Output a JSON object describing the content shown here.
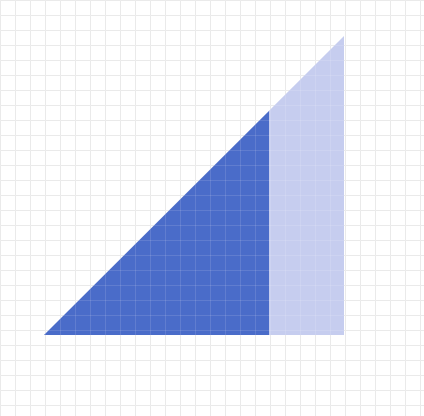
{
  "figure": {
    "title": "",
    "background_color": "#ffffff",
    "grid": {
      "shown": true,
      "color": "#e7e7e7"
    },
    "shapes": [
      {
        "name": "large-triangle",
        "kind": "right-triangle",
        "color": "#c6cdef",
        "layer": "back"
      },
      {
        "name": "small-triangle",
        "kind": "right-triangle",
        "color": "#4a6cc9",
        "layer": "front"
      }
    ]
  }
}
